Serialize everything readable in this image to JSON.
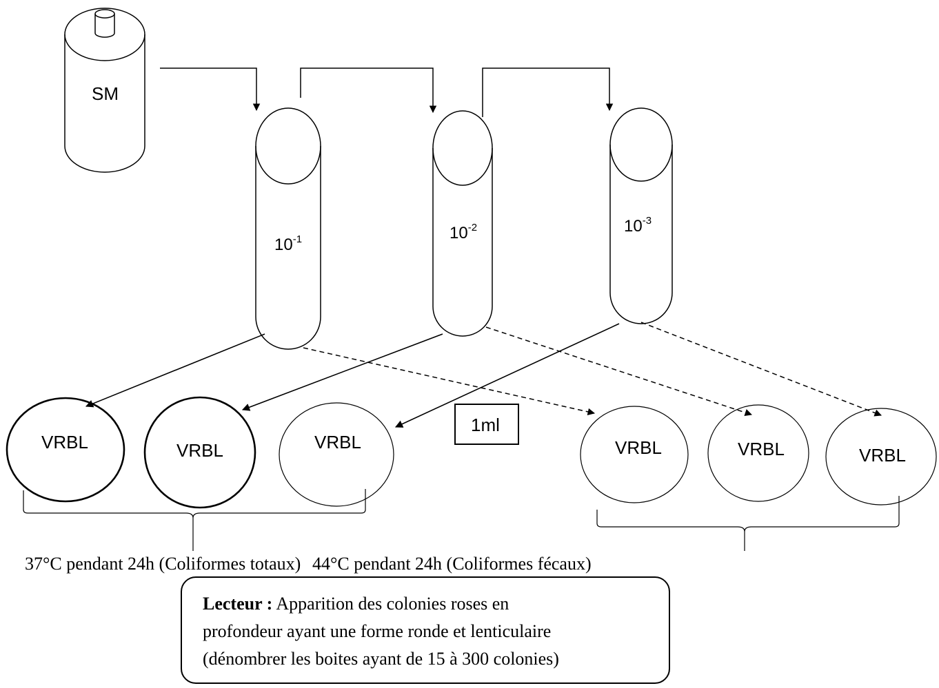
{
  "stock": {
    "label": "SM"
  },
  "tubes": [
    {
      "base": "10",
      "exponent": "-1"
    },
    {
      "base": "10",
      "exponent": "-2"
    },
    {
      "base": "10",
      "exponent": "-3"
    }
  ],
  "plates": [
    {
      "label": "VRBL"
    },
    {
      "label": "VRBL"
    },
    {
      "label": "VRBL"
    },
    {
      "label": "VRBL"
    },
    {
      "label": "VRBL"
    },
    {
      "label": "VRBL"
    }
  ],
  "volume_label": "1ml",
  "incubation": {
    "total_coliforms": "37°C pendant 24h (Coliformes totaux)",
    "fecal_coliforms": "44°C pendant 24h (Coliformes fécaux)"
  },
  "note": {
    "title": "Lecteur :",
    "line1": " Apparition des colonies roses en",
    "line2": "profondeur ayant une forme ronde et lenticulaire",
    "line3": "(dénombrer les boites ayant de 15 à 300 colonies)"
  }
}
